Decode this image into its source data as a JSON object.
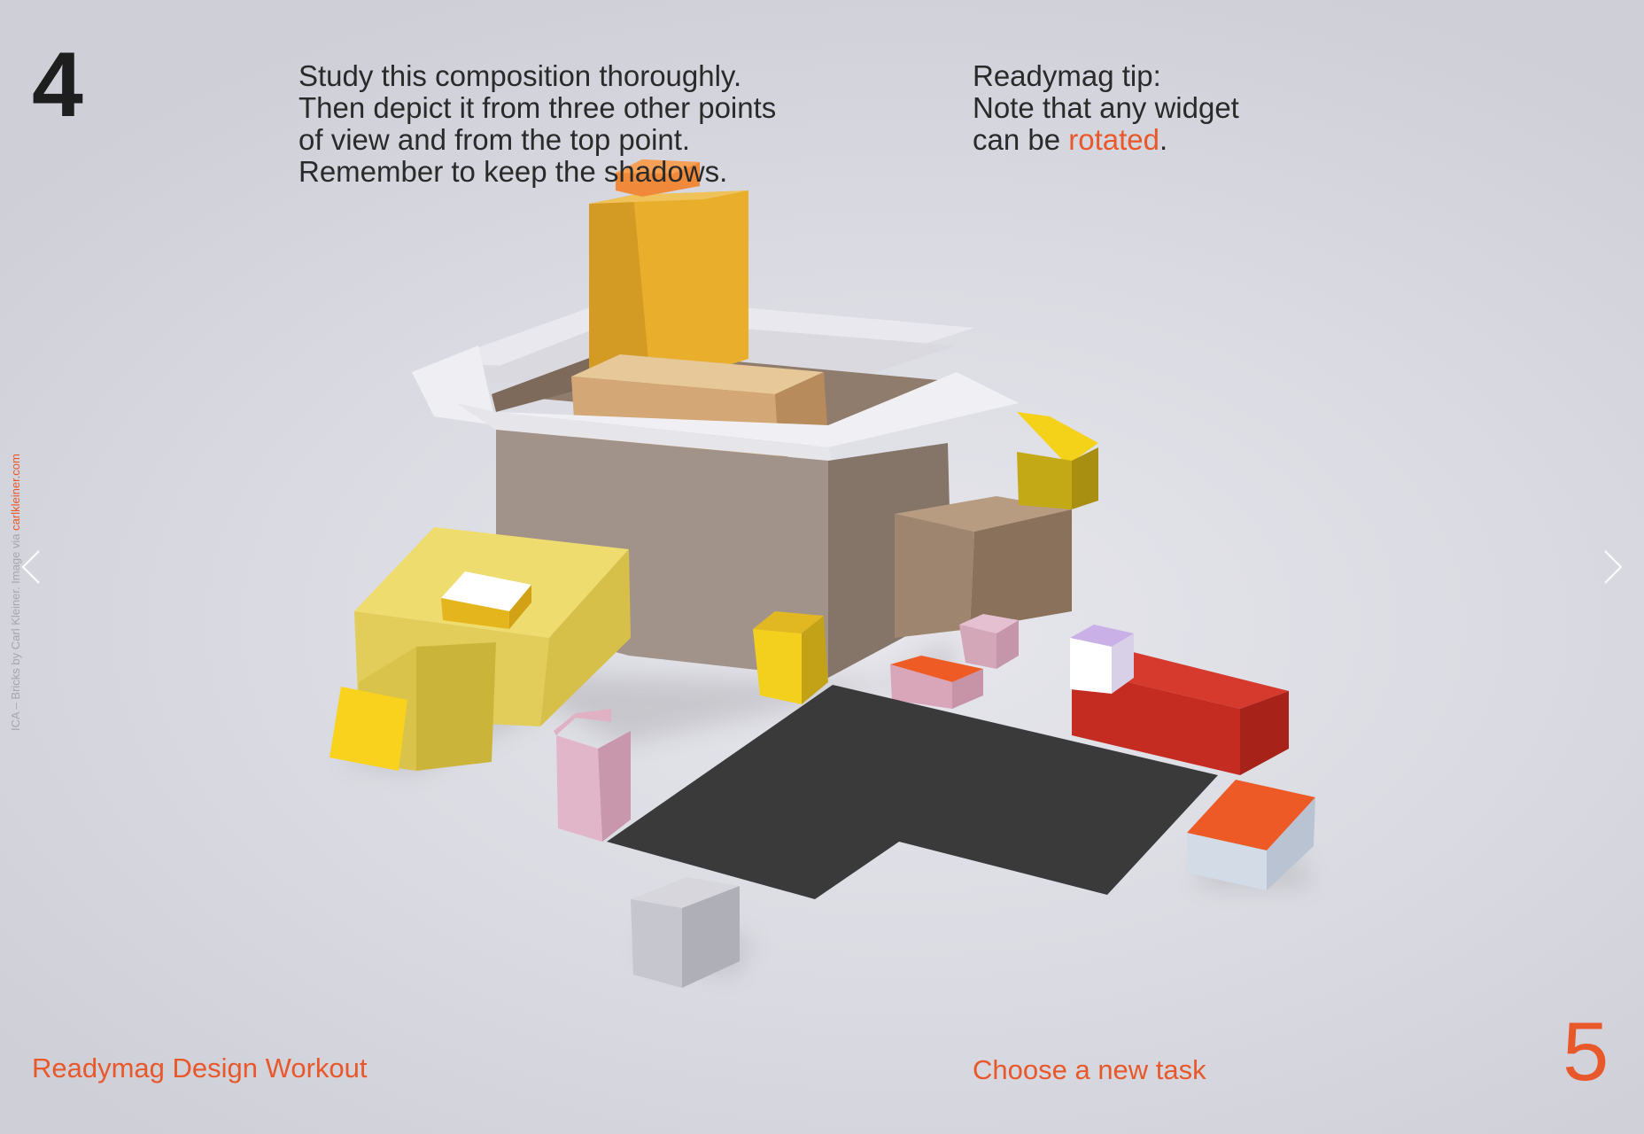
{
  "task": {
    "number": "4",
    "instructions": [
      "Study this composition thoroughly.",
      "Then depict it from three other points",
      "of view and from the top point.",
      "Remember to keep the shadows."
    ]
  },
  "tip": {
    "heading": "Readymag tip:",
    "line1": "Note that any widget",
    "line2_prefix": "can be ",
    "line2_highlight": "rotated",
    "line2_suffix": "."
  },
  "credit": {
    "text": "ICA – Bricks by Carl Kleiner. Image via ",
    "link": "carlkleiner.com"
  },
  "footer": {
    "brand": "Readymag Design Workout",
    "new_task": "Choose a new task",
    "next_number": "5"
  },
  "icons": {
    "prev": "chevron-left-icon",
    "next": "chevron-right-icon"
  },
  "colors": {
    "accent": "#e8582a",
    "text": "#2a2a2a",
    "background": "#dcdce4"
  }
}
